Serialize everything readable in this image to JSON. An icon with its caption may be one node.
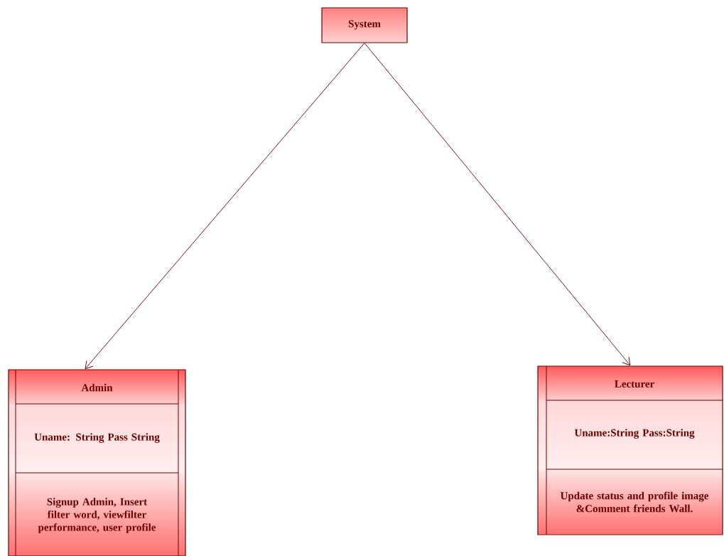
{
  "diagram": {
    "nodes": [
      {
        "text": [
          "System"
        ]
      },
      {
        "text": [
          "Admin",
          "Uname: String Pass String",
          "Signup Admin, Insert filter word, viewfilter performance, user profile"
        ]
      },
      {
        "text": [
          "Lecturer",
          "Uname:String Pass:String",
          "Update status and profile image &Comment friends Wall."
        ]
      }
    ],
    "edges": [
      {
        "from": 0,
        "to": 1,
        "arrow": "to"
      },
      {
        "from": 0,
        "to": 2,
        "arrow": "to"
      }
    ]
  }
}
